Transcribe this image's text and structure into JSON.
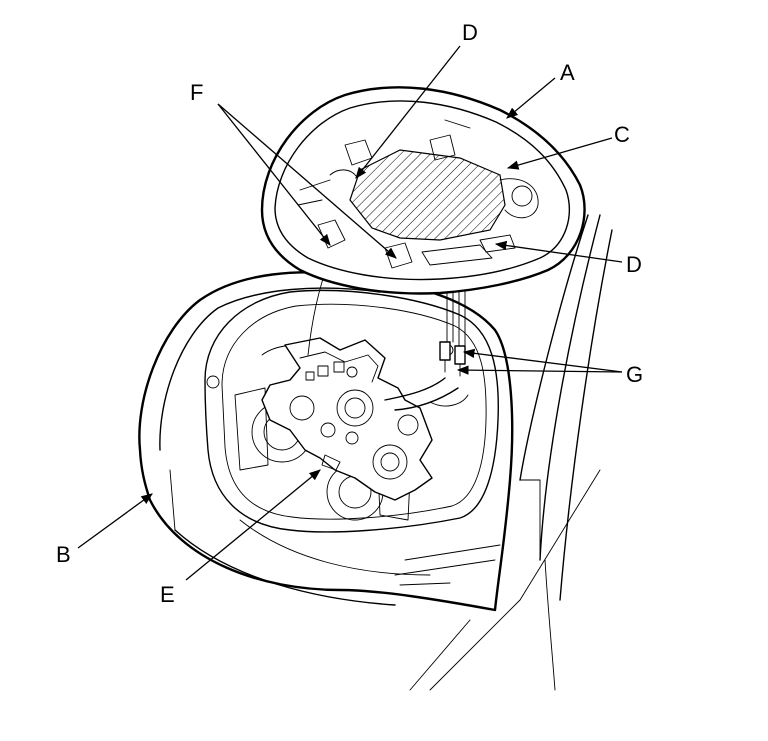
{
  "callouts": {
    "a": "A",
    "b": "B",
    "c": "C",
    "d_top": "D",
    "d_right": "D",
    "e": "E",
    "f": "F",
    "g": "G"
  }
}
